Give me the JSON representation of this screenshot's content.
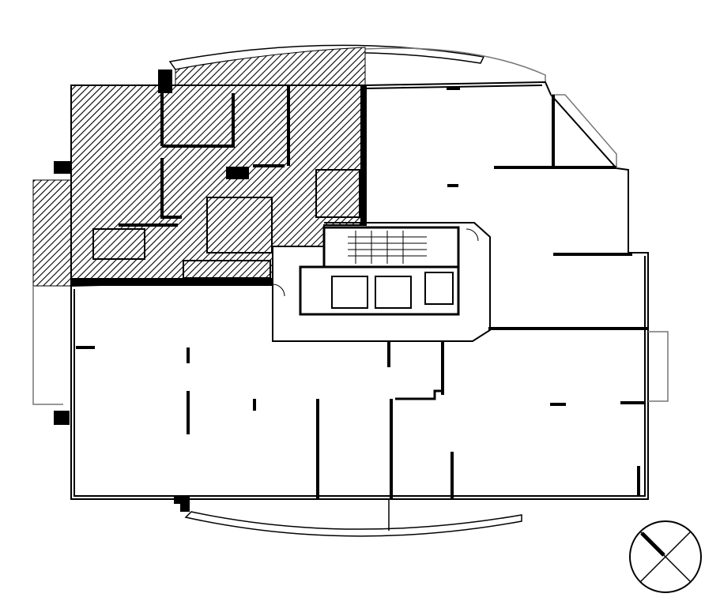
{
  "drawing": {
    "type": "architectural floor plan",
    "colors": {
      "background": "#ffffff",
      "line": "#000000",
      "outline_gray": "#777777",
      "hatch": "#000000"
    },
    "highlighted_unit": "hatched",
    "north_arrow": "circle-with-cross"
  }
}
